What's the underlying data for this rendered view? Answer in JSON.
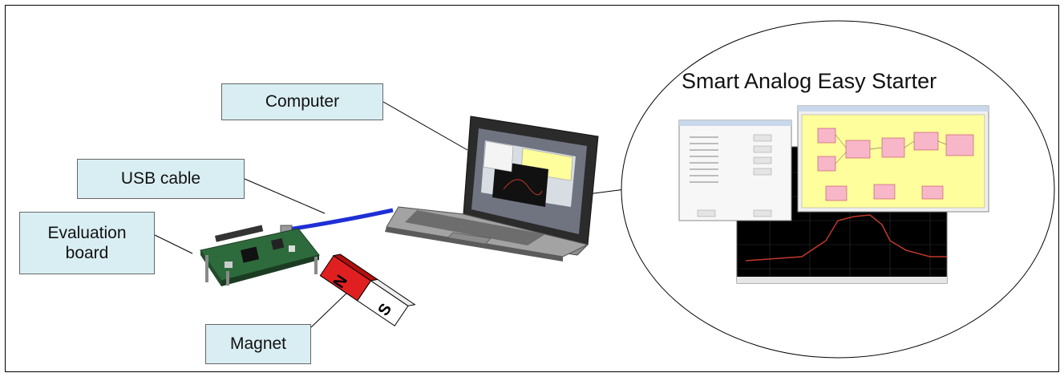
{
  "labels": {
    "computer": "Computer",
    "usb_cable": "USB cable",
    "evaluation_board": "Evaluation board",
    "magnet": "Magnet",
    "software_title": "Smart Analog Easy Starter"
  },
  "magnet_poles": {
    "north": "N",
    "south": "S"
  },
  "colors": {
    "callout_fill": "#d9eef3",
    "usb_cable": "#1e2fd6",
    "magnet_north": "#e02020",
    "schematic_panel": "#fffe9c",
    "graph_background": "#000000"
  }
}
